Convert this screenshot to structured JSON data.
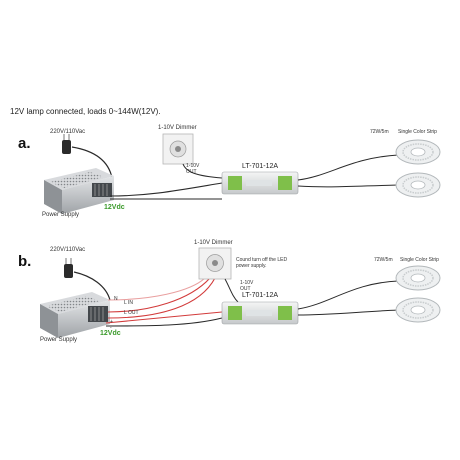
{
  "heading": "12V lamp connected, loads 0~144W(12V).",
  "diagrams": [
    {
      "label": "a.",
      "mains": "220V/110Vac",
      "power_supply": "Power Supply",
      "output_voltage": "12Vdc",
      "dimmer": "1-10V Dimmer",
      "dimmer_out": "1-10V\nOUT",
      "controller": "LT-701-12A",
      "strip_power": "72W/5m",
      "strip_type": "Single Color Strip"
    },
    {
      "label": "b.",
      "mains": "220V/110Vac",
      "power_supply": "Power Supply",
      "output_voltage": "12Vdc",
      "dimmer": "1-10V Dimmer",
      "dimmer_note": "Cound turn off the LED power supply.",
      "dimmer_out": "1-10V\nOUT",
      "controller": "LT-701-12A",
      "strip_power": "72W/5m",
      "strip_type": "Single Color Strip",
      "wire_n": "N",
      "wire_l_in": "L  IN",
      "wire_l_out": "L  OUT",
      "terminal_plus": "+",
      "terminal_minus": "-"
    }
  ],
  "colors": {
    "wire_black": "#2a2a2a",
    "wire_red": "#d23b3b",
    "wire_red_light": "#e9a0a0",
    "voltage_green": "#3a9a2a",
    "device_silver": "#c9ccce",
    "controller_green": "#7fbf4a"
  }
}
